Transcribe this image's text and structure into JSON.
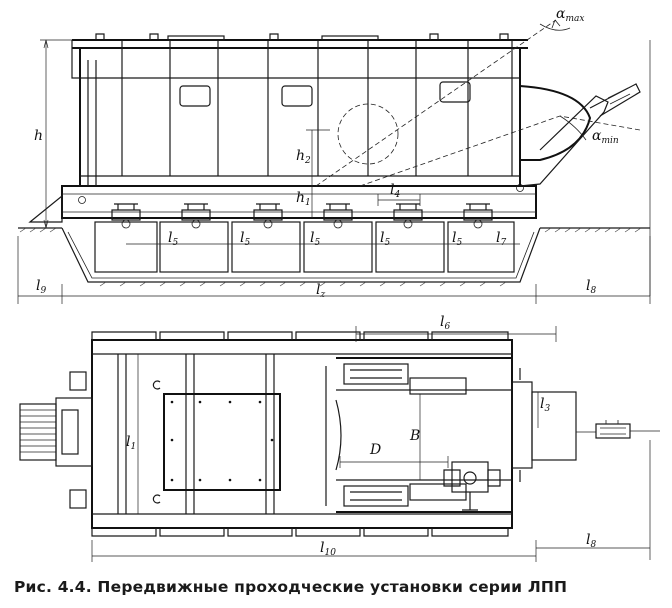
{
  "caption": "Рис. 4.4. Передвижные проходческие установки серии ЛПП",
  "labels": {
    "alpha_max": {
      "main": "α",
      "sub": "max"
    },
    "alpha_min": {
      "main": "α",
      "sub": "min"
    },
    "h": "h",
    "h2": {
      "main": "h",
      "sub": "2"
    },
    "h1": {
      "main": "h",
      "sub": "1"
    },
    "l4": {
      "main": "l",
      "sub": "4"
    },
    "l5": {
      "main": "l",
      "sub": "5"
    },
    "l7": {
      "main": "l",
      "sub": "7"
    },
    "l9": {
      "main": "l",
      "sub": "9"
    },
    "l8": {
      "main": "l",
      "sub": "8"
    },
    "lz": {
      "main": "l",
      "sub": "z"
    },
    "l6": {
      "main": "l",
      "sub": "6"
    },
    "l1": {
      "main": "l",
      "sub": "1"
    },
    "l3": {
      "main": "l",
      "sub": "3"
    },
    "l10": {
      "main": "l",
      "sub": "10"
    },
    "B": "B",
    "D": "D"
  }
}
